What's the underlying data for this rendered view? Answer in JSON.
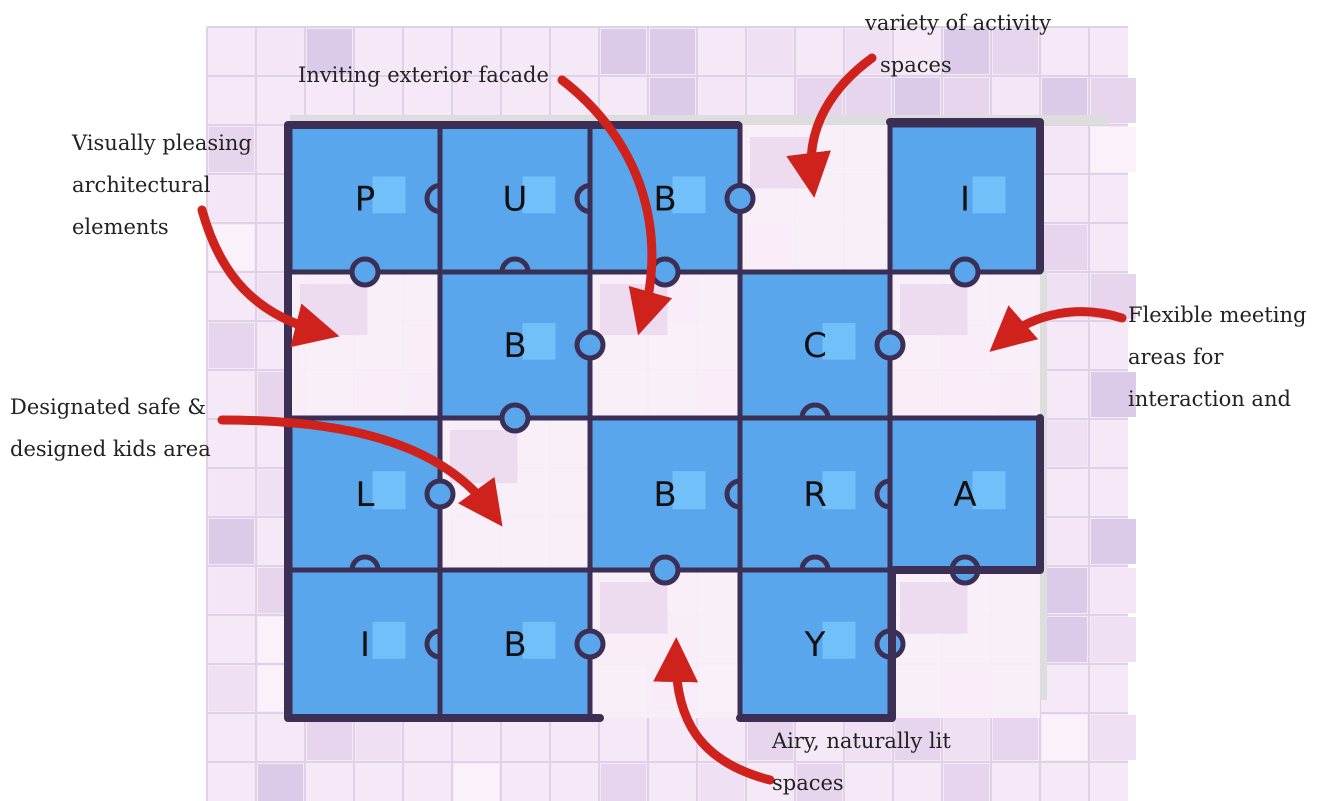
{
  "palette": {
    "grid_bg": "#f6e9f7",
    "grid_line": "#e0d2e6",
    "road": "#dddddd",
    "blue": "#5aa6ec",
    "blue_light": "#72c0fa",
    "outline": "#3b2f56",
    "empty_tile": "#f9eff8",
    "arrow": "#d0221c"
  },
  "puzzle": {
    "pieces": [
      {
        "letter": "P",
        "row": 0,
        "col": 0
      },
      {
        "letter": "U",
        "row": 0,
        "col": 1
      },
      {
        "letter": "B",
        "row": 0,
        "col": 2
      },
      {
        "letter": "I",
        "row": 0,
        "col": 4
      },
      {
        "letter": "B",
        "row": 1,
        "col": 1
      },
      {
        "letter": "C",
        "row": 1,
        "col": 3
      },
      {
        "letter": "L",
        "row": 2,
        "col": 0
      },
      {
        "letter": "B",
        "row": 2,
        "col": 2
      },
      {
        "letter": "R",
        "row": 2,
        "col": 3
      },
      {
        "letter": "A",
        "row": 2,
        "col": 4
      },
      {
        "letter": "I",
        "row": 3,
        "col": 0
      },
      {
        "letter": "B",
        "row": 3,
        "col": 1
      },
      {
        "letter": "Y",
        "row": 3,
        "col": 3
      }
    ],
    "empty_slots": [
      {
        "row": 0,
        "col": 3
      },
      {
        "row": 1,
        "col": 0
      },
      {
        "row": 1,
        "col": 2
      },
      {
        "row": 1,
        "col": 4
      },
      {
        "row": 2,
        "col": 1
      },
      {
        "row": 3,
        "col": 2
      },
      {
        "row": 3,
        "col": 4
      }
    ]
  },
  "annotations": {
    "variety": [
      "variety of activity",
      "spaces"
    ],
    "facade": [
      "Inviting exterior facade"
    ],
    "visual": [
      "Visually pleasing",
      "architectural",
      "elements"
    ],
    "flexible": [
      "Flexible meeting",
      "areas for",
      "interaction and"
    ],
    "kids": [
      "Designated safe &",
      "designed kids area"
    ],
    "airy": [
      "Airy, naturally lit",
      "spaces"
    ]
  }
}
